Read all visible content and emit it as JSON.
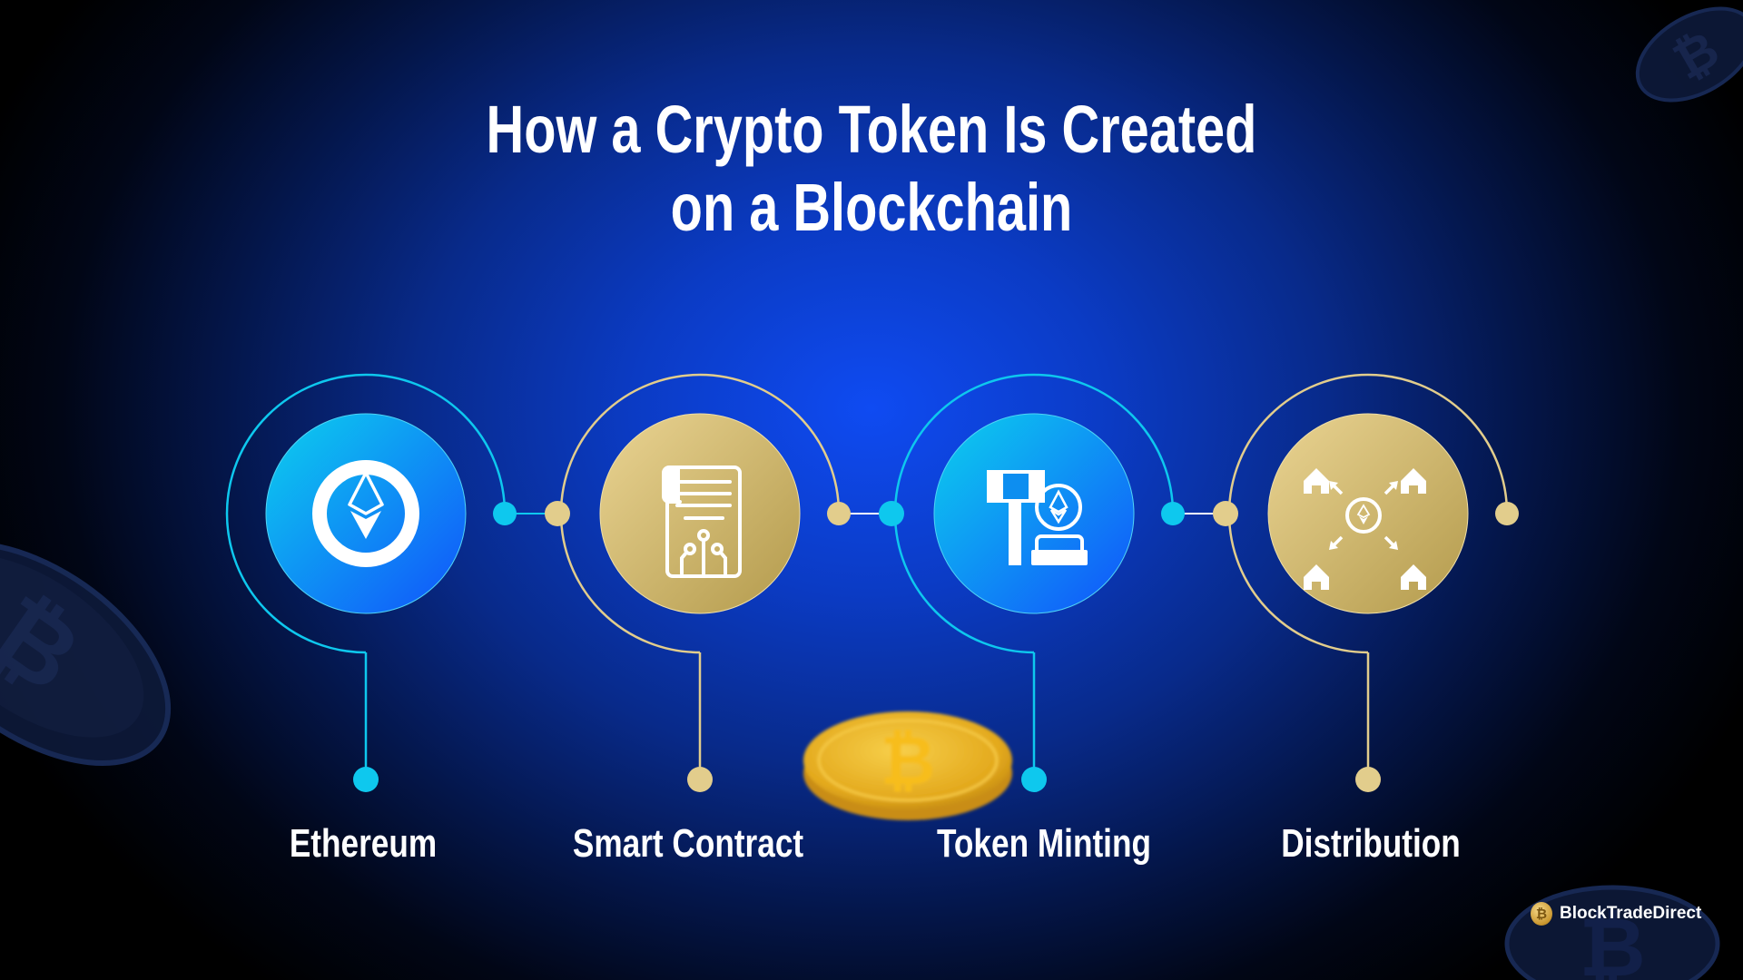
{
  "title": {
    "line1": "How a Crypto Token Is Created",
    "line2": "on a Blockchain"
  },
  "steps": [
    {
      "label": "Ethereum",
      "icon": "ethereum-icon",
      "theme": "blue"
    },
    {
      "label": "Smart Contract",
      "icon": "smart-contract-icon",
      "theme": "gold"
    },
    {
      "label": "Token Minting",
      "icon": "token-minting-icon",
      "theme": "blue"
    },
    {
      "label": "Distribution",
      "icon": "distribution-icon",
      "theme": "gold"
    }
  ],
  "brand": {
    "name": "BlockTradeDirect",
    "coin_symbol": "₿"
  },
  "colors": {
    "blue_accent": "#0ec8ee",
    "gold_accent": "#e2cd8c",
    "background_center": "#0f4bf2"
  }
}
